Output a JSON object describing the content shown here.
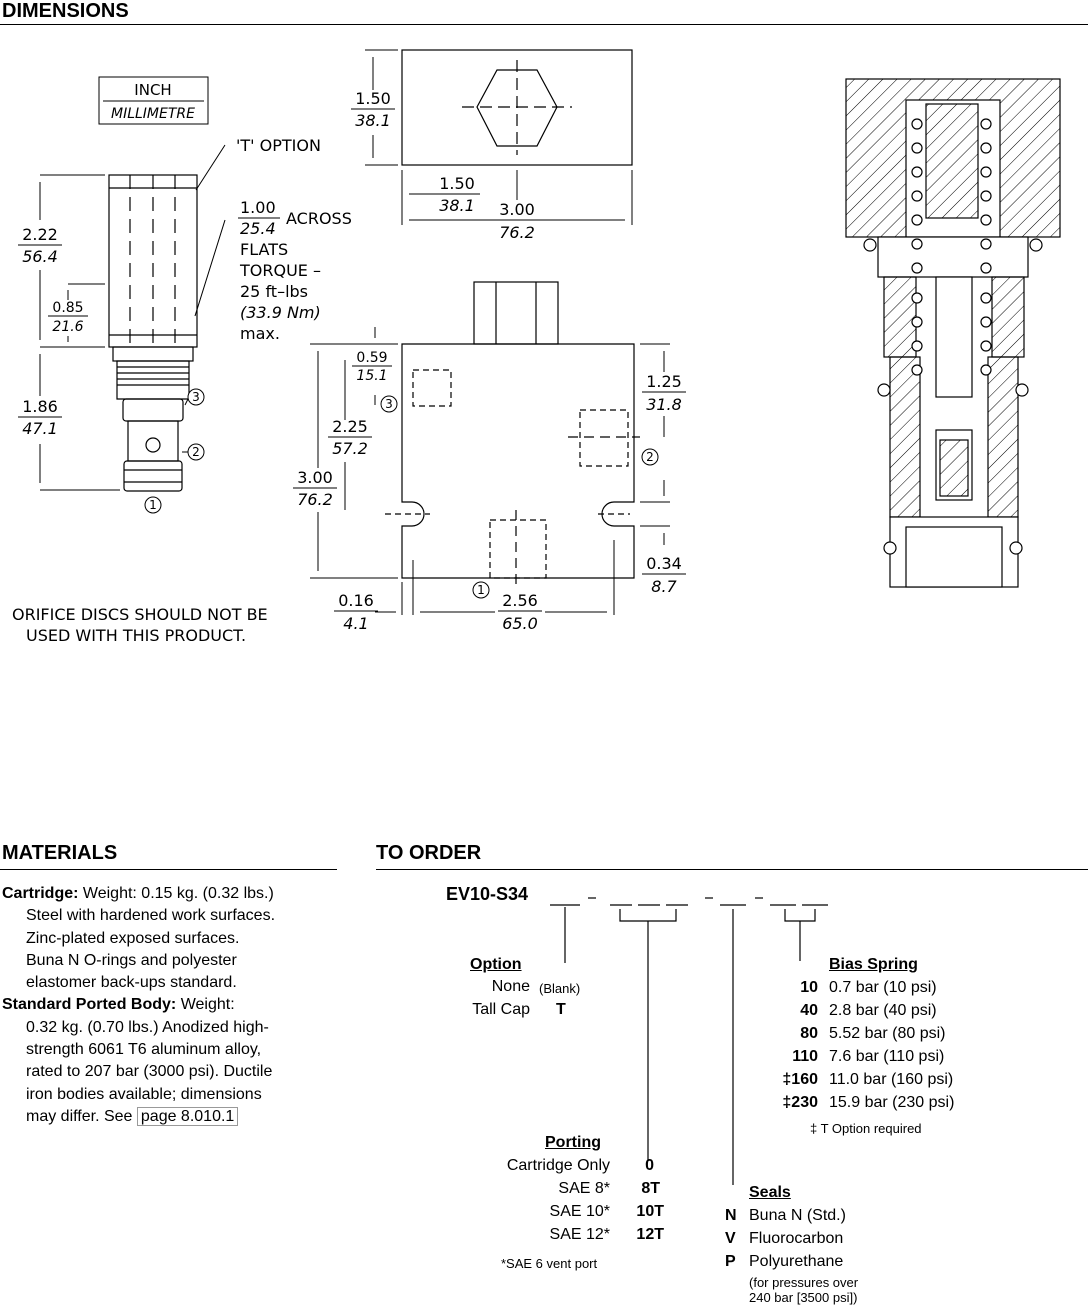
{
  "dimensions": {
    "title": "DIMENSIONS",
    "units": {
      "inch": "INCH",
      "mm": "MILLIMETRE"
    },
    "callouts": {
      "t_option": "'T' OPTION",
      "across_flats_in": "1.00",
      "across_flats_mm": "25.4",
      "across_label": "ACROSS",
      "flats_label": "FLATS",
      "torque_line1": "TORQUE –",
      "torque_line2": "25 ft–lbs",
      "torque_line3": "(33.9 Nm)",
      "torque_line4": "max."
    },
    "dims": {
      "d222": "2.22",
      "d564": "56.4",
      "d085": "0.85",
      "d216": "21.6",
      "d186": "1.86",
      "d471": "47.1",
      "d150a": "1.50",
      "d381a": "38.1",
      "d150b": "1.50",
      "d381b": "38.1",
      "d300a": "3.00",
      "d762a": "76.2",
      "d059": "0.59",
      "d151": "15.1",
      "d225": "2.25",
      "d572": "57.2",
      "d300b": "3.00",
      "d762b": "76.2",
      "d125": "1.25",
      "d318": "31.8",
      "d034": "0.34",
      "d87": "8.7",
      "d016": "0.16",
      "d41": "4.1",
      "d256": "2.56",
      "d650": "65.0"
    },
    "ports": {
      "p1": "1",
      "p2": "2",
      "p3": "3"
    },
    "note_line1": "ORIFICE DISCS SHOULD NOT BE",
    "note_line2": "USED WITH THIS PRODUCT."
  },
  "materials": {
    "title": "MATERIALS",
    "cartridge_label": "Cartridge:",
    "cartridge_first": "Weight: 0.15 kg. (0.32 lbs.)",
    "cartridge_lines": [
      "Steel with hardened work surfaces.",
      "Zinc-plated exposed surfaces.",
      "Buna N O-rings and polyester",
      "elastomer back-ups standard."
    ],
    "body_label": "Standard Ported Body:",
    "body_first": "Weight:",
    "body_lines": [
      "0.32 kg. (0.70 lbs.) Anodized high-",
      "strength 6061 T6 aluminum alloy,",
      "rated to 207 bar (3000 psi). Ductile",
      "iron bodies available; dimensions"
    ],
    "body_last": "may differ. See",
    "page_link": "page 8.010.1"
  },
  "order": {
    "title": "TO ORDER",
    "model": "EV10-S34",
    "option": {
      "header": "Option",
      "rows": [
        {
          "label": "None",
          "code": "(Blank)"
        },
        {
          "label": "Tall Cap",
          "code": "T"
        }
      ]
    },
    "bias": {
      "header": "Bias Spring",
      "rows": [
        {
          "code": "10",
          "desc": "0.7 bar (10 psi)"
        },
        {
          "code": "40",
          "desc": "2.8 bar (40 psi)"
        },
        {
          "code": "80",
          "desc": "5.52 bar (80 psi)"
        },
        {
          "code": "110",
          "desc": "7.6 bar (110 psi)"
        },
        {
          "code": "‡160",
          "desc": "11.0 bar (160 psi)"
        },
        {
          "code": "‡230",
          "desc": "15.9 bar (230 psi)"
        }
      ],
      "note": "‡ T Option required"
    },
    "porting": {
      "header": "Porting",
      "rows": [
        {
          "label": "Cartridge Only",
          "code": "0"
        },
        {
          "label": "SAE 8*",
          "code": "8T"
        },
        {
          "label": "SAE 10*",
          "code": "10T"
        },
        {
          "label": "SAE 12*",
          "code": "12T"
        }
      ],
      "note": "*SAE 6 vent port"
    },
    "seals": {
      "header": "Seals",
      "rows": [
        {
          "code": "N",
          "desc": "Buna N (Std.)"
        },
        {
          "code": "V",
          "desc": "Fluorocarbon"
        },
        {
          "code": "P",
          "desc": "Polyurethane"
        }
      ],
      "note_line1": "(for pressures over",
      "note_line2": "240 bar [3500 psi])"
    }
  }
}
